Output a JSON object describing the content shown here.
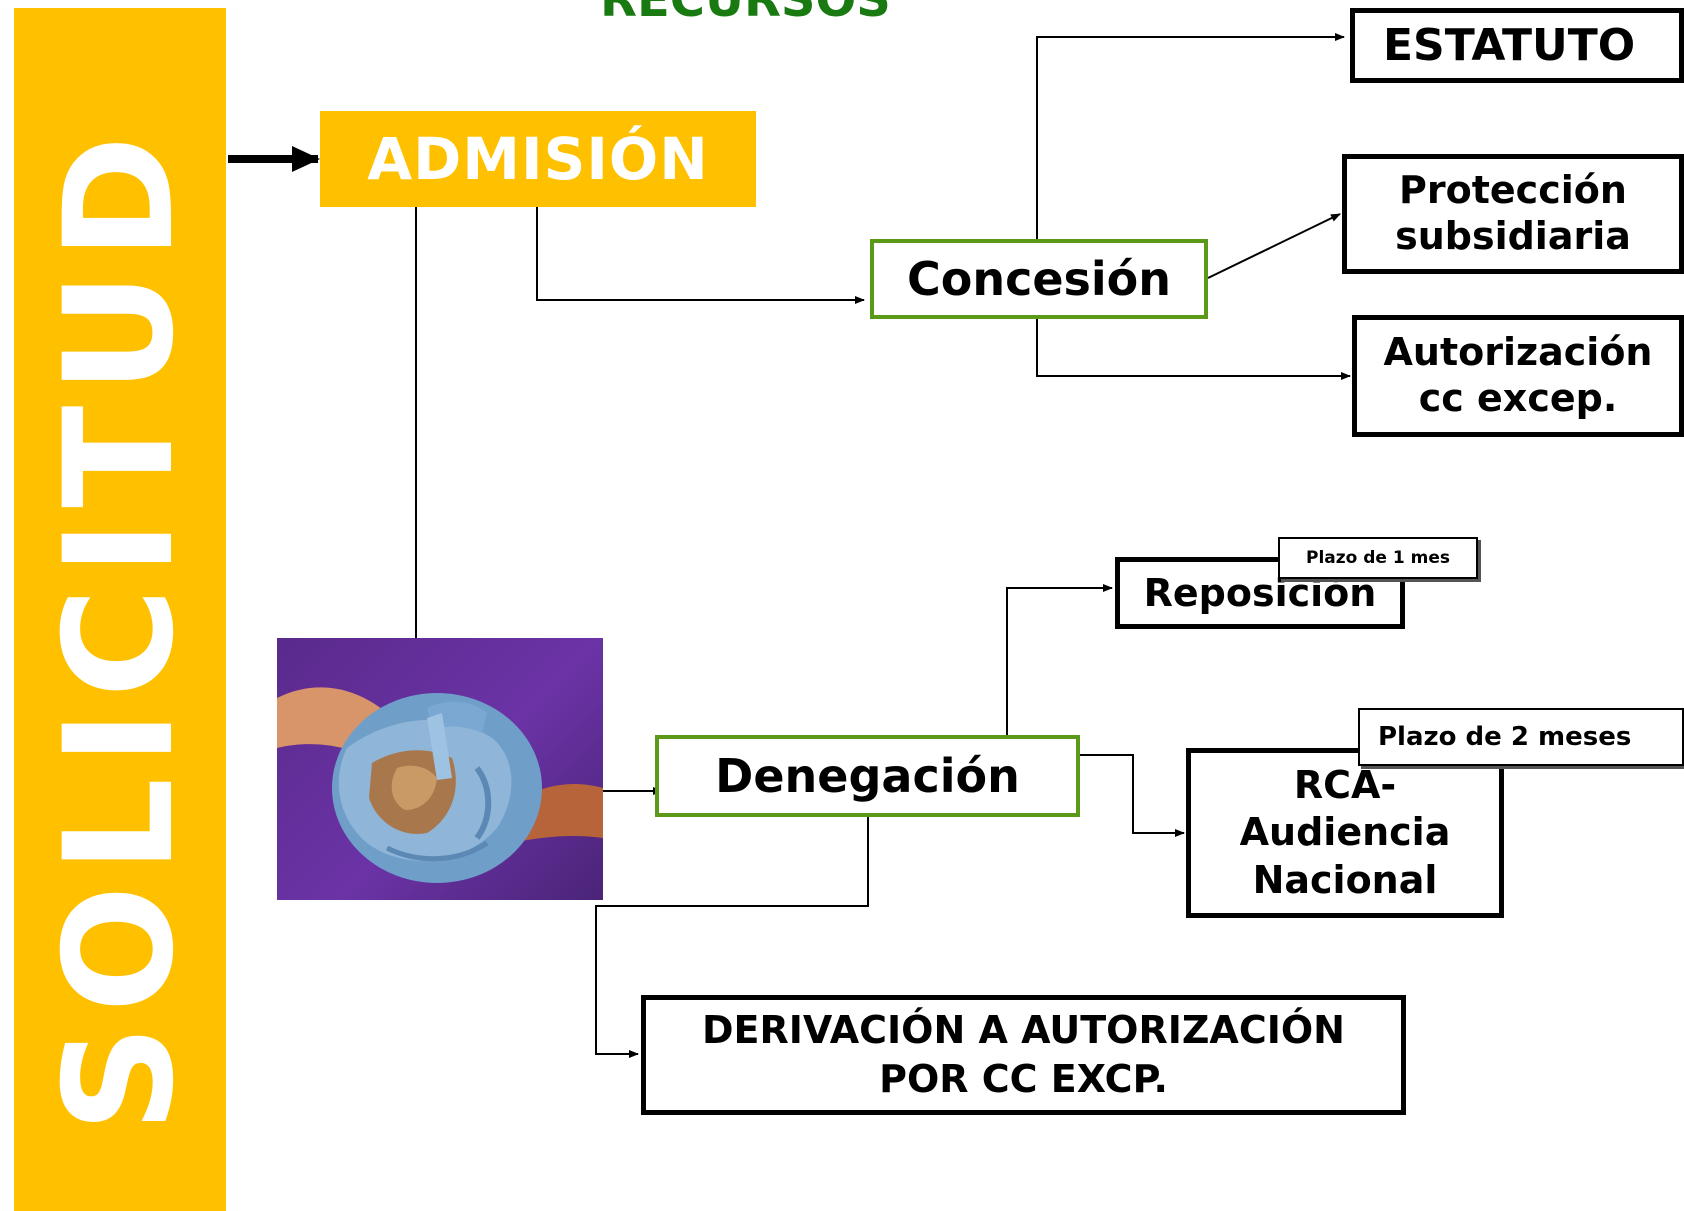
{
  "title": "RECURSOS",
  "side_label": "SOLICITUD",
  "nodes": {
    "admision": "ADMISIÓN",
    "concesion": "Concesión",
    "estatuto": "ESTATUTO",
    "proteccion_line1": "Protección",
    "proteccion_line2": "subsidiaria",
    "autorizacion_line1": "Autorización",
    "autorizacion_line2": "cc excep.",
    "denegacion": "Denegación",
    "reposicion": "Reposición",
    "rca_line1": "RCA-",
    "rca_line2": "Audiencia",
    "rca_line3": "Nacional",
    "derivacion_line1": "DERIVACIÓN A AUTORIZACIÓN",
    "derivacion_line2": "POR CC EXCP."
  },
  "notes": {
    "plazo_reposicion": "Plazo de 1 mes",
    "plazo_rca": "Plazo de 2 meses"
  },
  "colors": {
    "accent_yellow": "#ffc000",
    "border_green": "#5a9a18",
    "title_green": "#1a7a12",
    "photo_purple": "#5a2a8c"
  }
}
